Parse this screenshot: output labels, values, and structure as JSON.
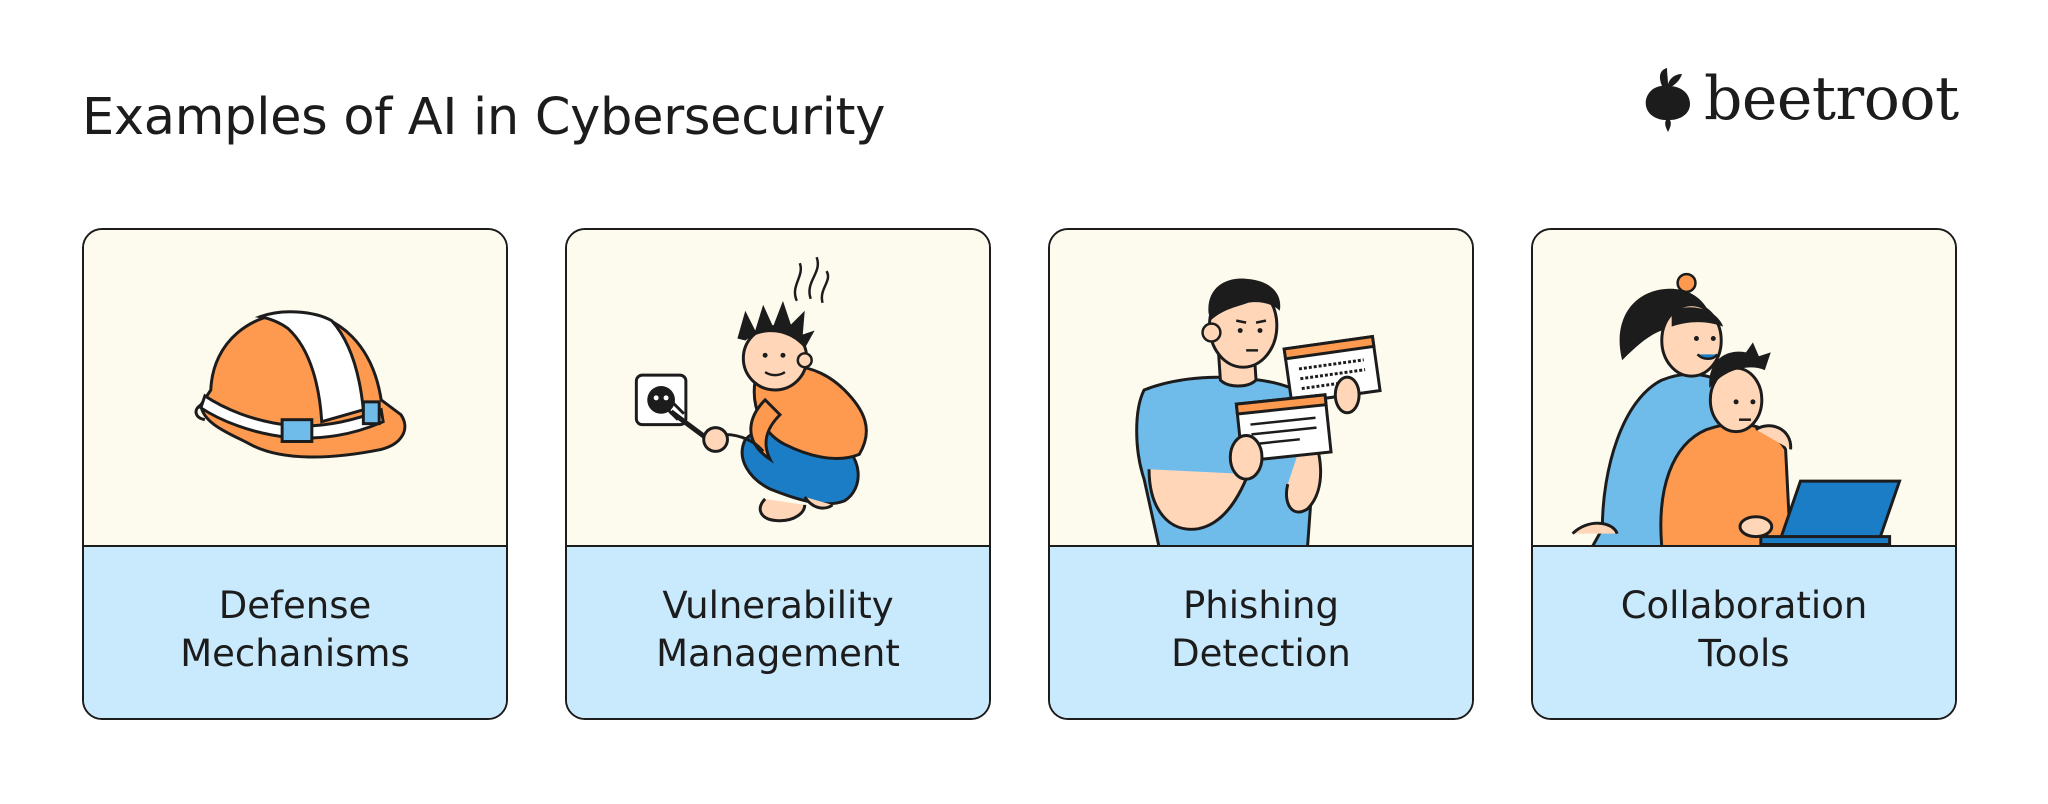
{
  "title": "Examples of AI in Cybersecurity",
  "brand": {
    "name": "beetroot",
    "icon": "beetroot-logo-icon"
  },
  "colors": {
    "card_top": "#fdfaee",
    "card_bottom": "#c9e9fd",
    "orange": "#fd9a4f",
    "blue": "#1a7dc6",
    "light_blue": "#6fbbea",
    "skin": "#ffd6b8",
    "ink": "#1c1c1c"
  },
  "cards": [
    {
      "line1": "Defense",
      "line2": "Mechanisms",
      "icon": "safety-helmet-icon"
    },
    {
      "line1": "Vulnerability",
      "line2": "Management",
      "icon": "person-unplugging-socket-icon"
    },
    {
      "line1": "Phishing",
      "line2": "Detection",
      "icon": "person-reading-emails-icon"
    },
    {
      "line1": "Collaboration",
      "line2": "Tools",
      "icon": "people-at-laptop-icon"
    }
  ]
}
